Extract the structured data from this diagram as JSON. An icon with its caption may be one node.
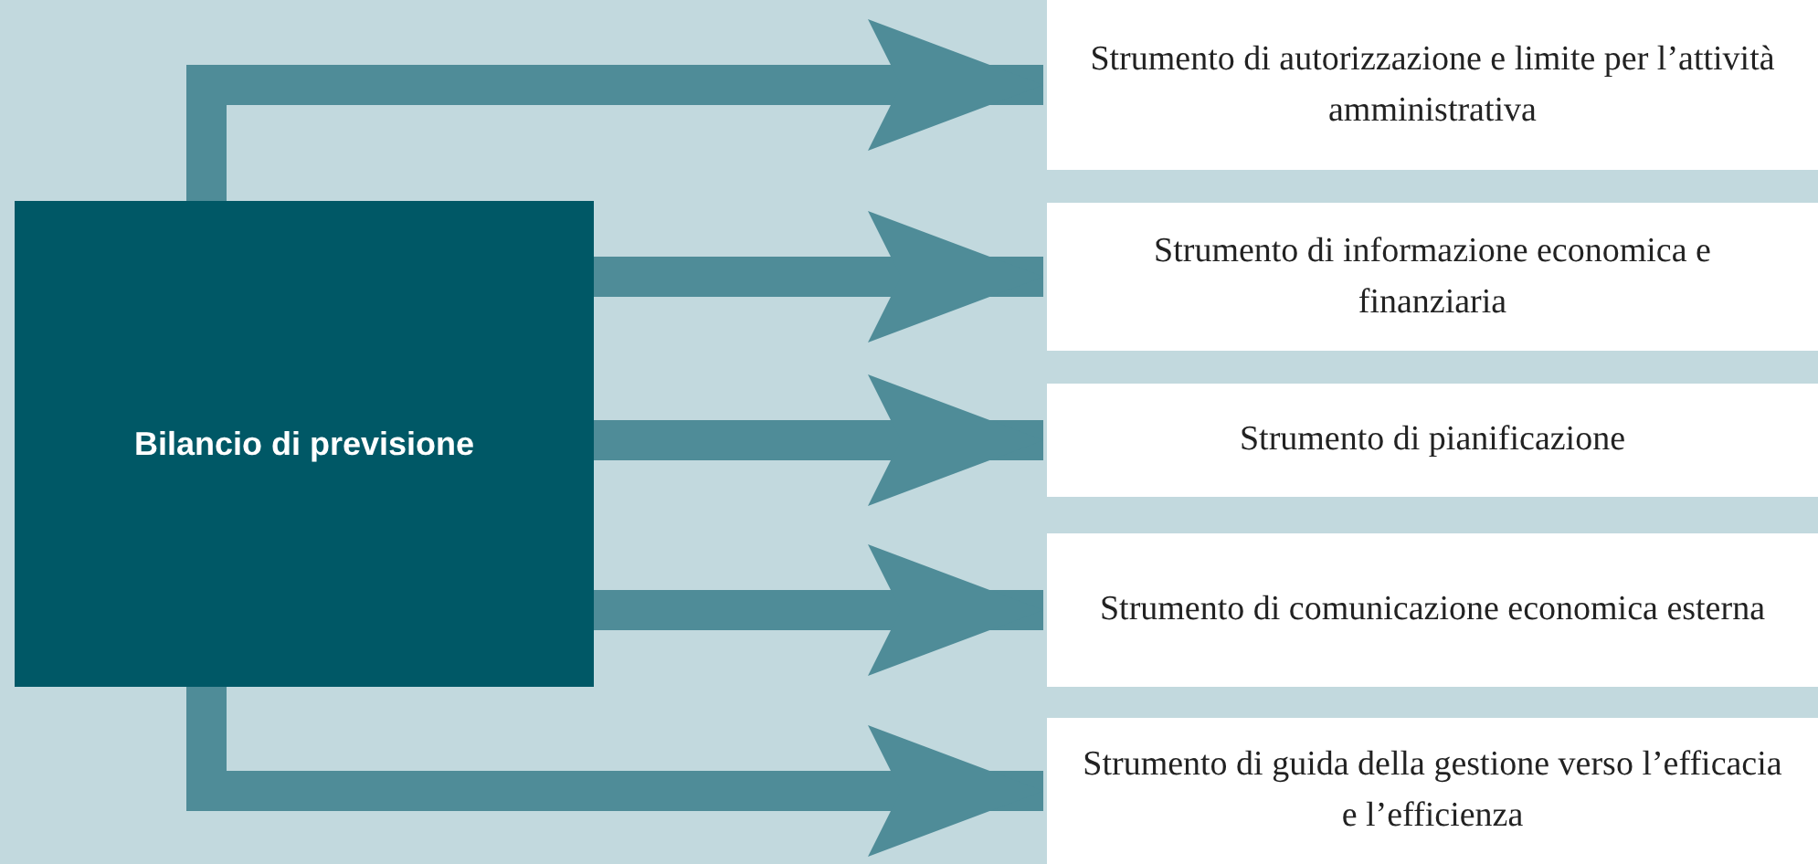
{
  "diagram": {
    "nodes": [
      {
        "text": [
          "Bilancio di previsione"
        ]
      },
      {
        "text": [
          "Strumento di autorizzazione e limite per l’attività amministrativa"
        ]
      },
      {
        "text": [
          "Strumento di informazione economica e finanziaria"
        ]
      },
      {
        "text": [
          "Strumento di pianificazione"
        ]
      },
      {
        "text": [
          "Strumento di comunicazione economica esterna"
        ]
      },
      {
        "text": [
          "Strumento di guida della gestione verso l’efficacia e l’efficienza"
        ]
      }
    ],
    "edges": [
      {
        "from": 0,
        "to": 1,
        "arrow": "to"
      },
      {
        "from": 0,
        "to": 2,
        "arrow": "to"
      },
      {
        "from": 0,
        "to": 3,
        "arrow": "to"
      },
      {
        "from": 0,
        "to": 4,
        "arrow": "to"
      },
      {
        "from": 0,
        "to": 5,
        "arrow": "to"
      }
    ]
  }
}
